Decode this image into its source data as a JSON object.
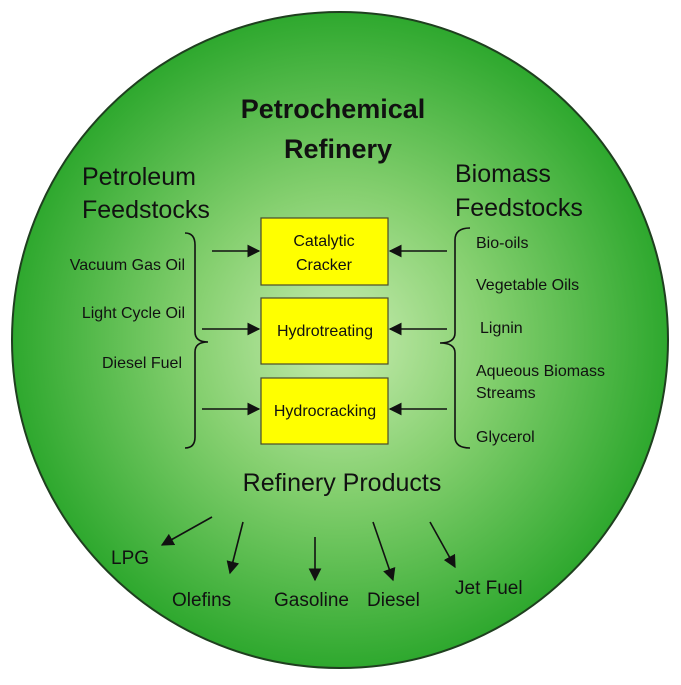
{
  "title": [
    "Petrochemical",
    "Refinery"
  ],
  "petroleum": {
    "heading": [
      "Petroleum",
      "Feedstocks"
    ],
    "items": [
      "Vacuum Gas Oil",
      "Light Cycle Oil",
      "Diesel Fuel"
    ]
  },
  "biomass": {
    "heading": [
      "Biomass",
      "Feedstocks"
    ],
    "items": [
      [
        "Bio-oils"
      ],
      [
        "Vegetable Oils"
      ],
      [
        "Lignin"
      ],
      [
        "Aqueous Biomass",
        "Streams"
      ],
      [
        "Glycerol"
      ]
    ]
  },
  "processes": [
    [
      "Catalytic",
      "Cracker"
    ],
    [
      "Hydrotreating"
    ],
    [
      "Hydrocracking"
    ]
  ],
  "products": {
    "heading": "Refinery Products",
    "items": [
      "LPG",
      "Olefins",
      "Gasoline",
      "Diesel",
      "Jet Fuel"
    ]
  },
  "colors": {
    "circle_center": "#c8ecb0",
    "circle_edge": "#2ea82e",
    "circle_outline": "#1f3f1f",
    "box_fill": "#ffff00",
    "text": "#111111"
  }
}
